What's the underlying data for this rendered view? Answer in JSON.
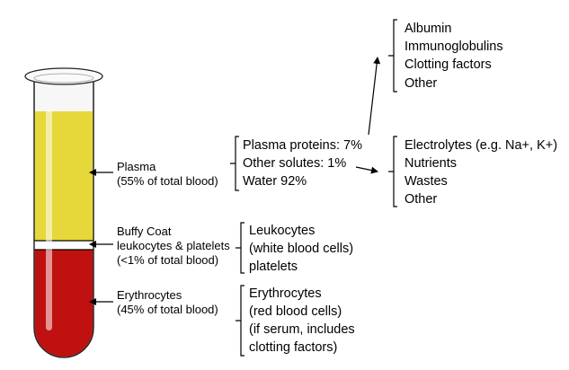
{
  "tube_layers": {
    "plasma": {
      "name": "Plasma",
      "detail": "(55% of total blood)",
      "color": "#e6d83a"
    },
    "buffy": {
      "name": "Buffy Coat",
      "detail1": "leukocytes & platelets",
      "detail2": "(<1% of total blood)",
      "color": "#ffffff"
    },
    "erythro": {
      "name": "Erythrocytes",
      "detail": "(45% of total blood)",
      "color": "#c01111"
    }
  },
  "plasma_components": [
    "Plasma proteins:  7%",
    "Other solutes: 1%",
    "Water 92%"
  ],
  "buffy_components": [
    "Leukocytes",
    "(white blood cells)",
    "platelets"
  ],
  "erythro_components": [
    "Erythrocytes",
    "(red blood cells)",
    "(if serum, includes",
    "clotting factors)"
  ],
  "protein_types": [
    "Albumin",
    "Immunoglobulins",
    "Clotting factors",
    "Other"
  ],
  "solute_types": [
    "Electrolytes (e.g. Na+, K+)",
    "Nutrients",
    "Wastes",
    "Other"
  ]
}
